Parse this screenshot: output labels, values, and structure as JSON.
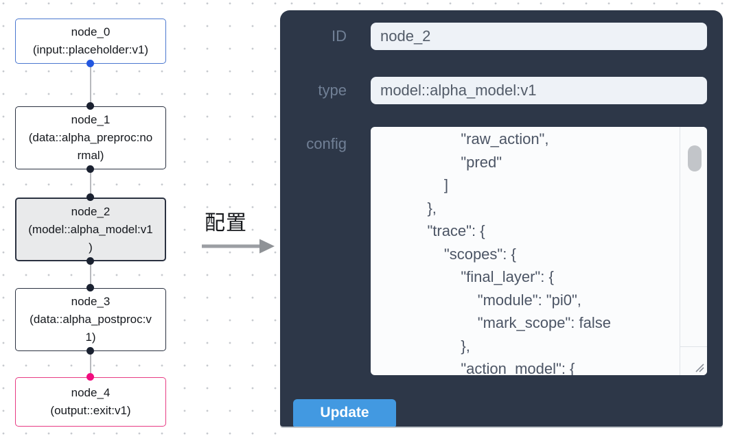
{
  "canvas": {
    "nodes": [
      {
        "id": "node_0",
        "title": "node_0",
        "subtitle": "(input::placeholder:v1)",
        "variant": "input",
        "border_color": "#4a77cf"
      },
      {
        "id": "node_1",
        "title": "node_1",
        "subtitle": "(data::alpha_preproc:normal)",
        "variant": "default",
        "border_color": "#2a3140"
      },
      {
        "id": "node_2",
        "title": "node_2",
        "subtitle": "(model::alpha_model:v1)",
        "variant": "selected",
        "border_color": "#2a3140",
        "bg_color": "#e9eaeb"
      },
      {
        "id": "node_3",
        "title": "node_3",
        "subtitle": "(data::alpha_postproc:v1)",
        "variant": "default",
        "border_color": "#2a3140"
      },
      {
        "id": "node_4",
        "title": "node_4",
        "subtitle": "(output::exit:v1)",
        "variant": "output",
        "border_color": "#e73b83"
      }
    ],
    "handle_colors": {
      "input": "#2257e0",
      "default": "#1a2130",
      "output": "#f10d7f"
    },
    "edge_color": "#b7b9bd"
  },
  "transition": {
    "label": "配置"
  },
  "panel": {
    "fields": [
      {
        "label": "ID",
        "value": "node_2"
      },
      {
        "label": "type",
        "value": "model::alpha_model:v1"
      }
    ],
    "config_label": "config",
    "config_text": "            \"raw_action\",\n            \"pred\"\n        ]\n    },\n    \"trace\": {\n        \"scopes\": {\n            \"final_layer\": {\n                \"module\": \"pi0\",\n                \"mark_scope\": false\n            },\n            \"action_model\": {",
    "update_label": "Update",
    "colors": {
      "panel_bg": "#2d3748",
      "label_text": "#718096",
      "input_bg": "#eef2f7",
      "input_text": "#525b68",
      "button_bg": "#4299e1",
      "button_text": "#ffffff"
    }
  }
}
